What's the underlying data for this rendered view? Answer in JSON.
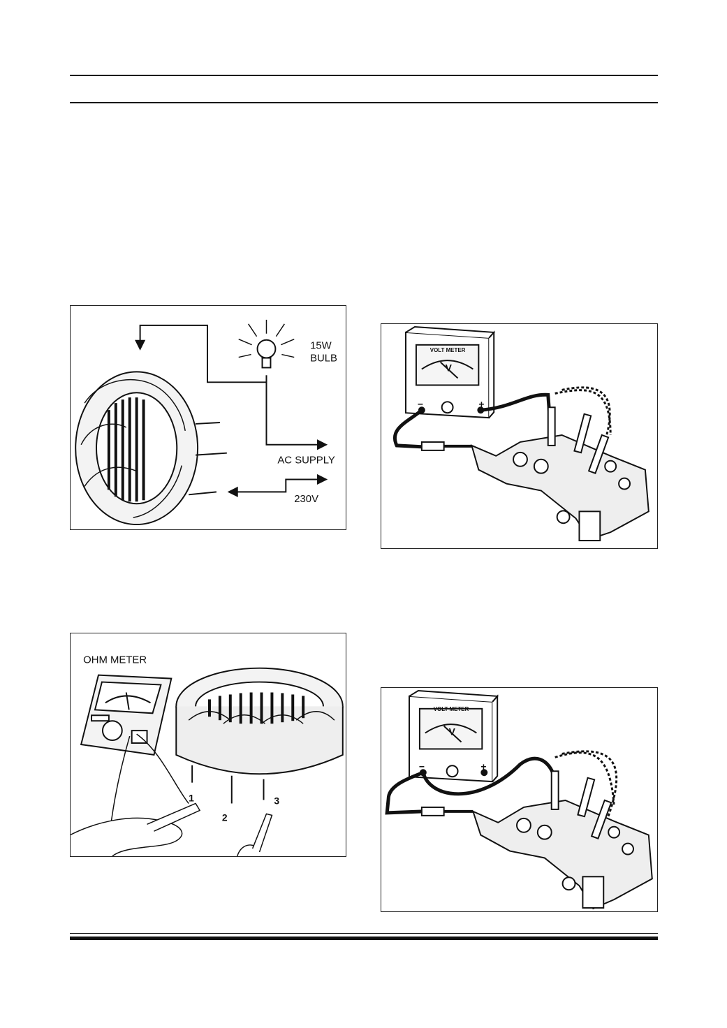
{
  "figures": {
    "stator_ground_test": {
      "bulb_label_line1": "15W",
      "bulb_label_line2": "BULB",
      "supply_label": "AC SUPPLY",
      "voltage_label": "230V"
    },
    "rectifier_test_1": {
      "meter_label": "VOLT METER",
      "meter_unit": "V",
      "minus_sign": "−",
      "plus_sign": "+"
    },
    "stator_continuity_test": {
      "meter_label": "OHM METER",
      "lead_1": "1",
      "lead_2": "2",
      "lead_3": "3"
    },
    "rectifier_test_2": {
      "meter_label": "VOLT METER",
      "meter_unit": "V",
      "minus_sign": "−",
      "plus_sign": "+"
    }
  }
}
